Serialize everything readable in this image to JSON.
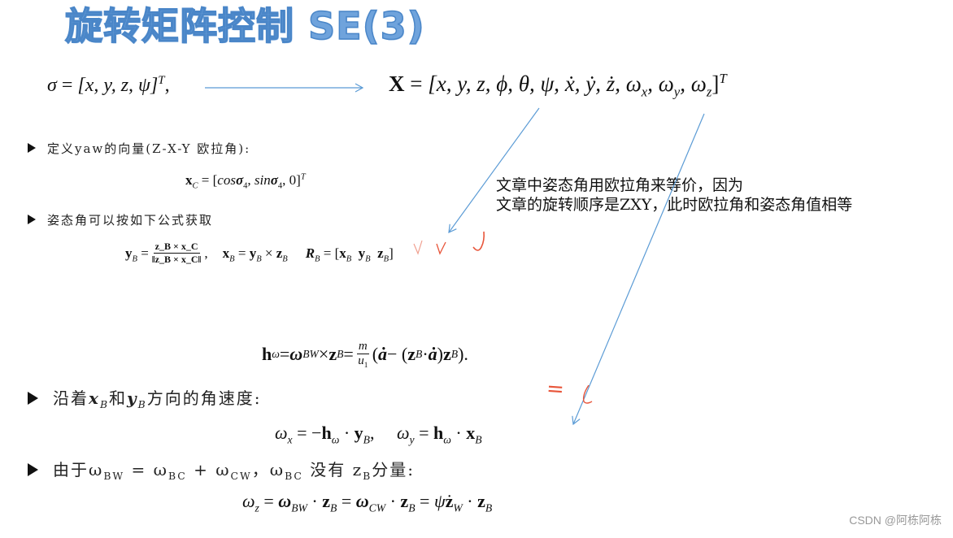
{
  "title": "旋转矩阵控制 SE(3)",
  "equations": {
    "sigma": {
      "lhs": "σ",
      "eq": " = ",
      "body": "[x, y, z, ψ]",
      "sup": "T",
      "tail": ","
    },
    "state": {
      "lhs": "X",
      "eq": " = ",
      "body": "[x, y, z, ϕ, θ, ψ, ẋ, ẏ, ż, ω",
      "wx": "x",
      "c1": ", ω",
      "wy": "y",
      "c2": ", ω",
      "wz": "z",
      "close": "]",
      "sup": "T"
    },
    "xc": {
      "lhs": "x",
      "lhs_sub": "C",
      "eq": " = [",
      "cos": "cos",
      "s1": "σ",
      "s1sub": "4",
      "mid": ", ",
      "sin": "sin",
      "s2": "σ",
      "s2sub": "4",
      "end": ", 0]",
      "sup": "T"
    },
    "yb": {
      "lhs": "y",
      "lhs_sub": "B",
      "eq": " = ",
      "num": "z_B × x_C",
      "den": "‖z_B × x_C‖",
      "tail": ","
    },
    "xb": {
      "text_l": "x",
      "sub_l": "B",
      "eq": " = ",
      "y": "y",
      "ysub": "B",
      "op": " × ",
      "z": "z",
      "zsub": "B"
    },
    "rb": {
      "lhs": "R",
      "lhs_sub": "B",
      "eq": " = [",
      "x": "x",
      "xs": "B",
      "y": "y",
      "ys": "B",
      "z": "z",
      "zs": "B",
      "close": "]"
    },
    "hw": {
      "h": "h",
      "hsub": "ω",
      "eq1": " = ",
      "w": "ω",
      "wsub": "BW",
      "op": " × ",
      "z": "z",
      "zsub": "B",
      "eq2": " = ",
      "num": "m",
      "den": "u",
      "densub": "1",
      "paren": "(",
      "adot": "ȧ",
      "minus": " − (",
      "z2": "z",
      "z2sub": "B",
      "dot": " · ",
      "adot2": "ȧ",
      "rp": ")",
      "z3": "z",
      "z3sub": "B",
      "end": ")."
    },
    "wxy": {
      "wx": "ω",
      "wxsub": "x",
      "eq": " = −",
      "h": "h",
      "hsub": "ω",
      "dot": " · ",
      "y": "y",
      "ysub": "B",
      "sep": ",",
      "wy": "ω",
      "wysub": "y",
      "eq2": " = ",
      "h2": "h",
      "h2sub": "ω",
      "dot2": " · ",
      "x": "x",
      "xsub": "B"
    },
    "wz": {
      "wz": "ω",
      "wzsub": "z",
      "eq1": " = ",
      "wbw": "ω",
      "wbwsub": "BW",
      "d1": " · ",
      "z1": "z",
      "z1sub": "B",
      "eq2": " = ",
      "wcw": "ω",
      "wcwsub": "CW",
      "d2": " · ",
      "z2": "z",
      "z2sub": "B",
      "eq3": " = ",
      "psi": "ψ̇",
      "zw": "z",
      "zwsub": "W",
      "d3": " · ",
      "z3": "z",
      "z3sub": "B"
    }
  },
  "bullets": [
    {
      "text": "定义yaw的向量(Z-X-Y 欧拉角):"
    },
    {
      "text": "姿态角可以按如下公式获取"
    },
    {
      "pre": "沿着",
      "x": "x",
      "xsub": "B",
      "mid": "和",
      "y": "y",
      "ysub": "B",
      "post": "方向的角速度:"
    },
    {
      "pre": "由于ω",
      "s1": "BW",
      "eq": " = ω",
      "s2": "BC",
      "plus": " + ω",
      "s3": "CW",
      "comma": "，ω",
      "s4": "BC",
      "mid": " 没有 z",
      "s5": "B",
      "post": "分量:"
    }
  ],
  "note": {
    "line1": "文章中姿态角用欧拉角来等价，因为",
    "line2": "文章的旋转顺序是ZXY，此时欧拉角和姿态角值相等"
  },
  "annotations": {
    "equals_mark": "=",
    "arrow_color": "#5b9bd5",
    "pen_color": "#e8553a"
  },
  "watermark": "CSDN @阿栋阿栋"
}
